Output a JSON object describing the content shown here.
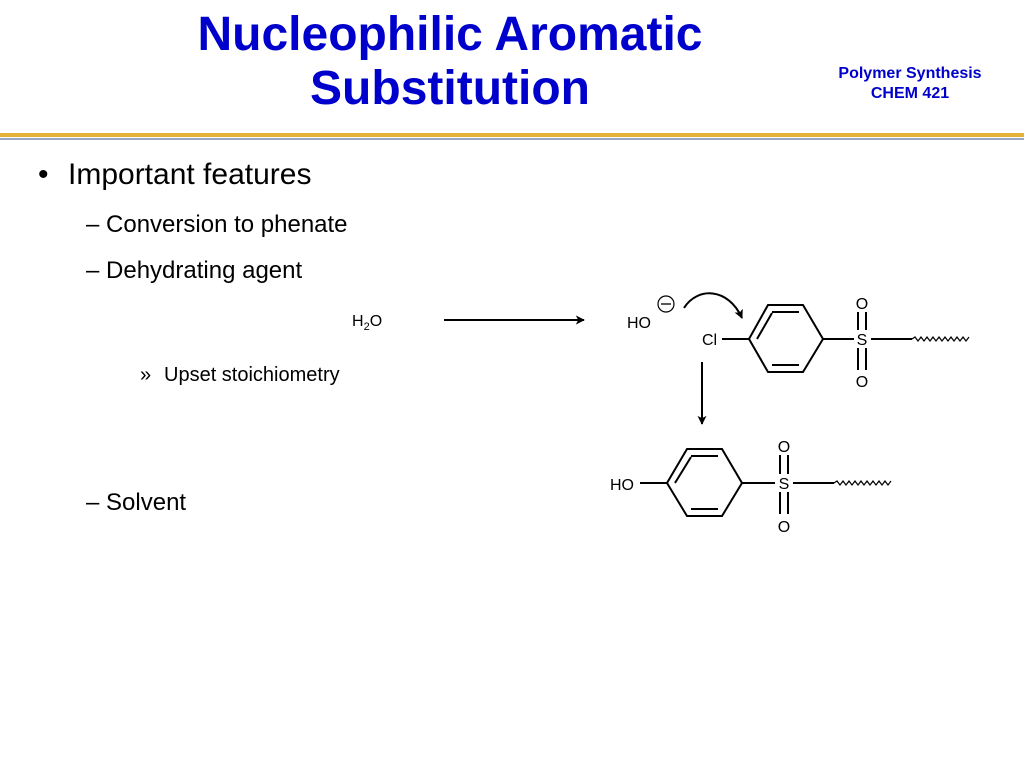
{
  "header": {
    "title_line1": "Nucleophilic Aromatic",
    "title_line2": "Substitution",
    "course_line1": "Polymer Synthesis",
    "course_line2": "CHEM 421"
  },
  "bullets": {
    "main": "Important features",
    "main_marker": "•",
    "sub_marker": "–",
    "subsub_marker": "»",
    "sub1": "Conversion to phenate",
    "sub2": "Dehydrating agent",
    "subsub1": "Upset stoichiometry",
    "sub3": "Solvent"
  },
  "scheme": {
    "reagent_h": "H",
    "reagent_sub": "2",
    "reagent_o": "O",
    "hydroxide": "HO",
    "charge": "−",
    "chloro": "Cl",
    "sulfur": "S",
    "oxygen": "O",
    "product_ho": "HO"
  }
}
